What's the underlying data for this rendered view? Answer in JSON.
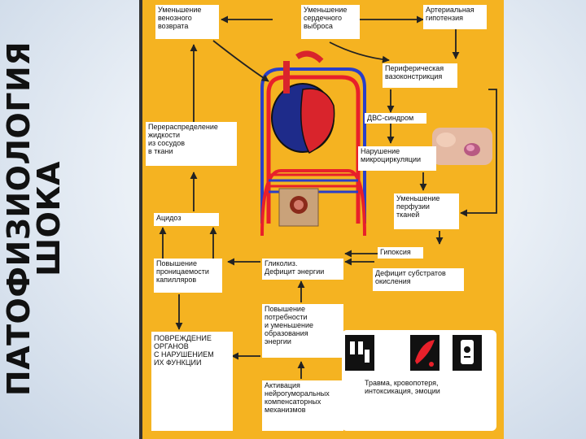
{
  "title": {
    "line1": "ПАТОФИЗИОЛОГИЯ",
    "line2": "ШОКА"
  },
  "nodes": {
    "venous_return": "Уменьшение\nвенозного\nвозврата",
    "cardiac_output": "Уменьшение\nсердечного\nвыброса",
    "hypotension": "Артериальная\nгипотензия",
    "vasoconstriction": "Периферическая\nвазоконстрикция",
    "dic": "ДВС-синдром",
    "fluid_redistribution": "Перераспределение\nжидкости\nиз сосудов\nв ткани",
    "microcirculation": "Нарушение\nмикроциркуляции",
    "perfusion": "Уменьшение\nперфузии\nтканей",
    "acidosis": "Ацидоз",
    "hypoxia": "Гипоксия",
    "permeability": "Повышение\nпроницаемости\nкапилляров",
    "glycolysis": "Гликолиз.\nДефицит энергии",
    "substrate_deficit": "Дефицит субстратов\nокисления",
    "energy_demand": "Повышение\nпотребности\nи уменьшение\nобразования\nэнергии",
    "organ_damage": "ПОВРЕЖДЕНИЕ\nОРГАНОВ\nС НАРУШЕНИЕМ\nИХ ФУНКЦИИ",
    "neurohumoral": "Активация\nнейрогуморальных\nкомпенсаторных\nмеханизмов"
  },
  "causes_caption": "Травма, кровопотеря,\nинтоксикация, эмоции",
  "icons": [
    "heart-circulation-illustration",
    "blood-drop-hand-illustration",
    "injury-icon",
    "blood-loss-icon",
    "poison-icon"
  ],
  "colors": {
    "panel": "#f5b321",
    "box": "#ffffff",
    "arrow": "#222222",
    "artery": "#e8202a",
    "vein": "#2a3fc8"
  }
}
